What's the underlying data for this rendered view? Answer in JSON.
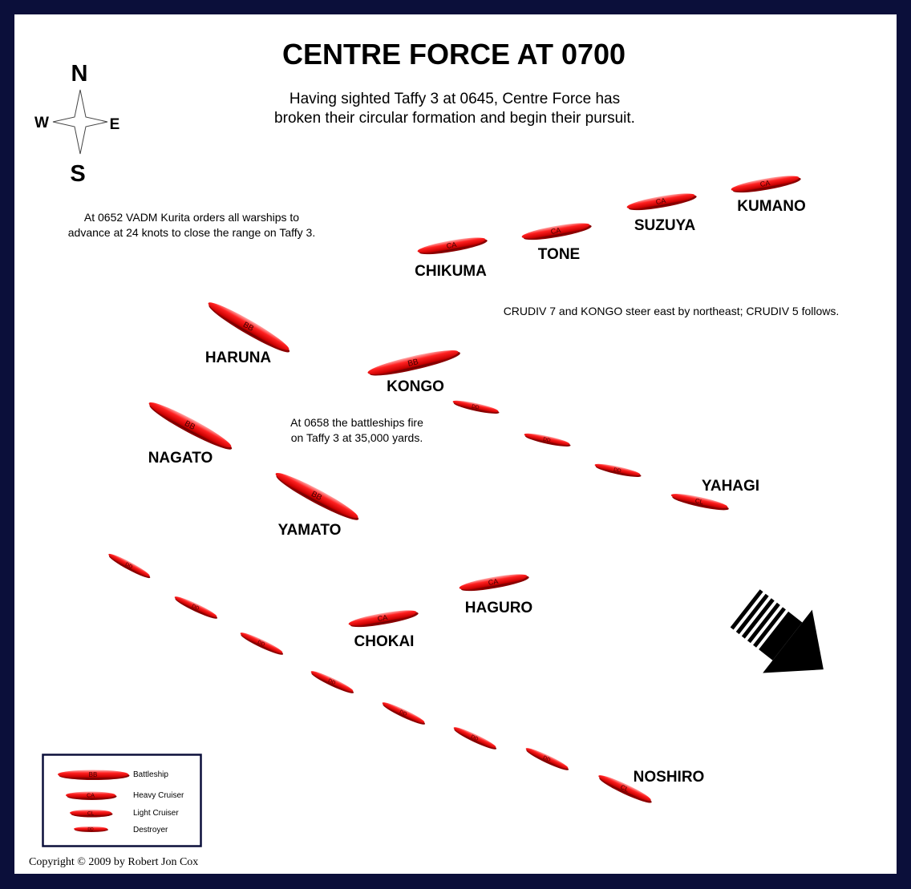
{
  "title": "CENTRE FORCE AT 0700",
  "subtitle_lines": [
    "Having sighted Taffy 3 at 0645, Centre Force has",
    "broken their circular formation and begin their pursuit."
  ],
  "compass": {
    "n": "N",
    "s": "S",
    "e": "E",
    "w": "W"
  },
  "notes": {
    "kurita": [
      "At 0652 VADM Kurita orders all warships to",
      "advance at 24 knots to close the range on Taffy 3."
    ],
    "crudiv": "CRUDIV 7 and KONGO steer east by northeast; CRUDIV 5 follows.",
    "battleships": [
      "At 0658 the battleships fire",
      "on Taffy 3 at 35,000 yards."
    ]
  },
  "ship_types": {
    "bb": "BB",
    "ca": "CA",
    "cl": "CL",
    "dd": "DD"
  },
  "ships": {
    "haruna": "HARUNA",
    "kongo": "KONGO",
    "nagato": "NAGATO",
    "yamato": "YAMATO",
    "chikuma": "CHIKUMA",
    "tone": "TONE",
    "suzuya": "SUZUYA",
    "kumano": "KUMANO",
    "yahagi": "YAHAGI",
    "haguro": "HAGURO",
    "chokai": "CHOKAI",
    "noshiro": "NOSHIRO"
  },
  "legend": {
    "battleship": "Battleship",
    "heavy_cruiser": "Heavy Cruiser",
    "light_cruiser": "Light Cruiser",
    "destroyer": "Destroyer"
  },
  "copyright": "Copyright © 2009 by Robert Jon Cox",
  "colors": {
    "border": "#0b0f3a",
    "ship": "#ee1111"
  }
}
